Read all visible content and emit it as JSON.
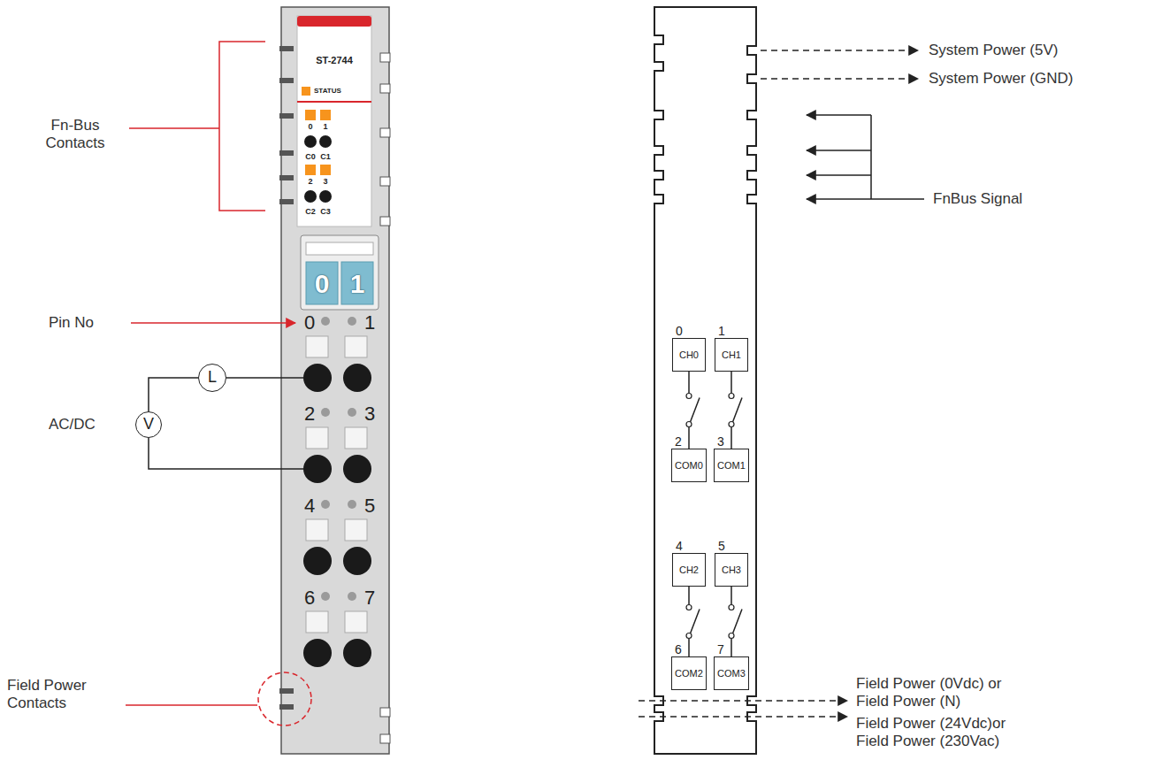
{
  "diagram": {
    "nodes": [
      {
        "text": [
          "L"
        ]
      },
      {
        "text": [
          "V"
        ]
      },
      {
        "text": [
          "0",
          "CH0"
        ]
      },
      {
        "text": [
          "1",
          "CH1"
        ]
      },
      {
        "text": [
          "2",
          "COM0"
        ]
      },
      {
        "text": [
          "3",
          "COM1"
        ]
      },
      {
        "text": [
          "4",
          "CH2"
        ]
      },
      {
        "text": [
          "5",
          "CH3"
        ]
      },
      {
        "text": [
          "6",
          "COM2"
        ]
      },
      {
        "text": [
          "7",
          "COM3"
        ]
      }
    ],
    "edges": [
      {
        "from": 0,
        "to": 1,
        "arrow": "none"
      },
      {
        "from": 2,
        "to": 4,
        "arrow": "none"
      },
      {
        "from": 3,
        "to": 5,
        "arrow": "none"
      },
      {
        "from": 6,
        "to": 8,
        "arrow": "none"
      },
      {
        "from": 7,
        "to": 9,
        "arrow": "none"
      }
    ],
    "labels": [
      "Fn-Bus Contacts",
      "ST-2744",
      "STATUS",
      "0",
      "1",
      "C0",
      "C1",
      "2",
      "3",
      "C2",
      "C3",
      "0",
      "1",
      "Pin No",
      "0",
      "1",
      "2",
      "3",
      "4",
      "5",
      "6",
      "7",
      "AC/DC",
      "Field Power Contacts",
      "System Power (5V)",
      "System Power (GND)",
      "FnBus Signal",
      "Field Power (0Vdc) or Field Power (N)",
      "Field Power (24Vdc)or Field Power (230Vac)"
    ]
  }
}
